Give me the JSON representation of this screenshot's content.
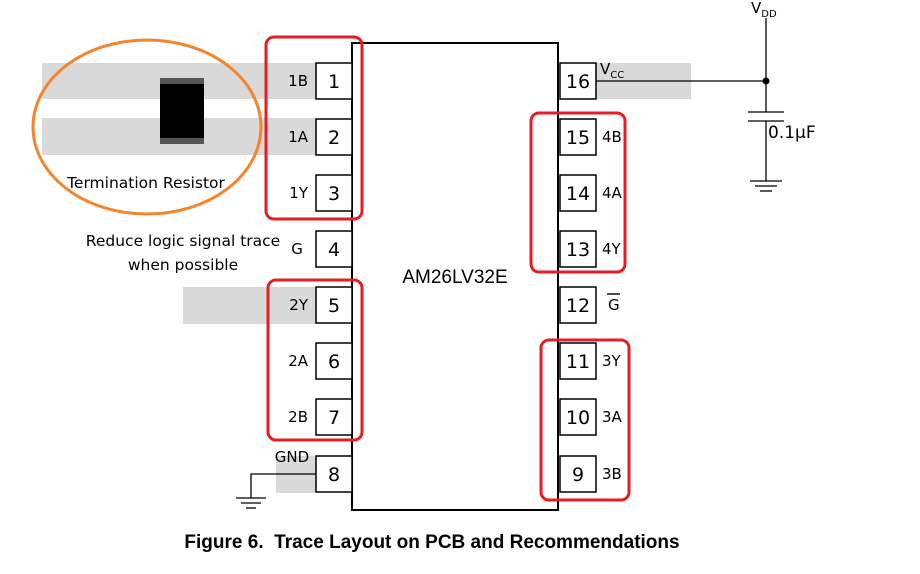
{
  "chip": {
    "name": "AM26LV32E"
  },
  "left_pins": [
    {
      "num": "1",
      "label": "1B"
    },
    {
      "num": "2",
      "label": "1A"
    },
    {
      "num": "3",
      "label": "1Y"
    },
    {
      "num": "4",
      "label": "G"
    },
    {
      "num": "5",
      "label": "2Y"
    },
    {
      "num": "6",
      "label": "2A"
    },
    {
      "num": "7",
      "label": "2B"
    },
    {
      "num": "8",
      "label": "GND"
    }
  ],
  "right_pins": [
    {
      "num": "16",
      "label": "V",
      "sub": "CC"
    },
    {
      "num": "15",
      "label": "4B"
    },
    {
      "num": "14",
      "label": "4A"
    },
    {
      "num": "13",
      "label": "4Y"
    },
    {
      "num": "12",
      "label": "G"
    },
    {
      "num": "11",
      "label": "3Y"
    },
    {
      "num": "10",
      "label": "3A"
    },
    {
      "num": "9",
      "label": "3B"
    }
  ],
  "supply": {
    "label": "V",
    "sub": "DD"
  },
  "capacitor": {
    "value": "0.1µF"
  },
  "termination": {
    "label": "Termination Resistor"
  },
  "note": {
    "line1": "Reduce logic signal trace",
    "line2": "when possible"
  },
  "caption": "Figure 6.  Trace Layout on PCB and Recommendations",
  "colors": {
    "highlight": "#e31e24",
    "resistor_circle": "#f5842a",
    "trace": "#d9d9d9"
  }
}
